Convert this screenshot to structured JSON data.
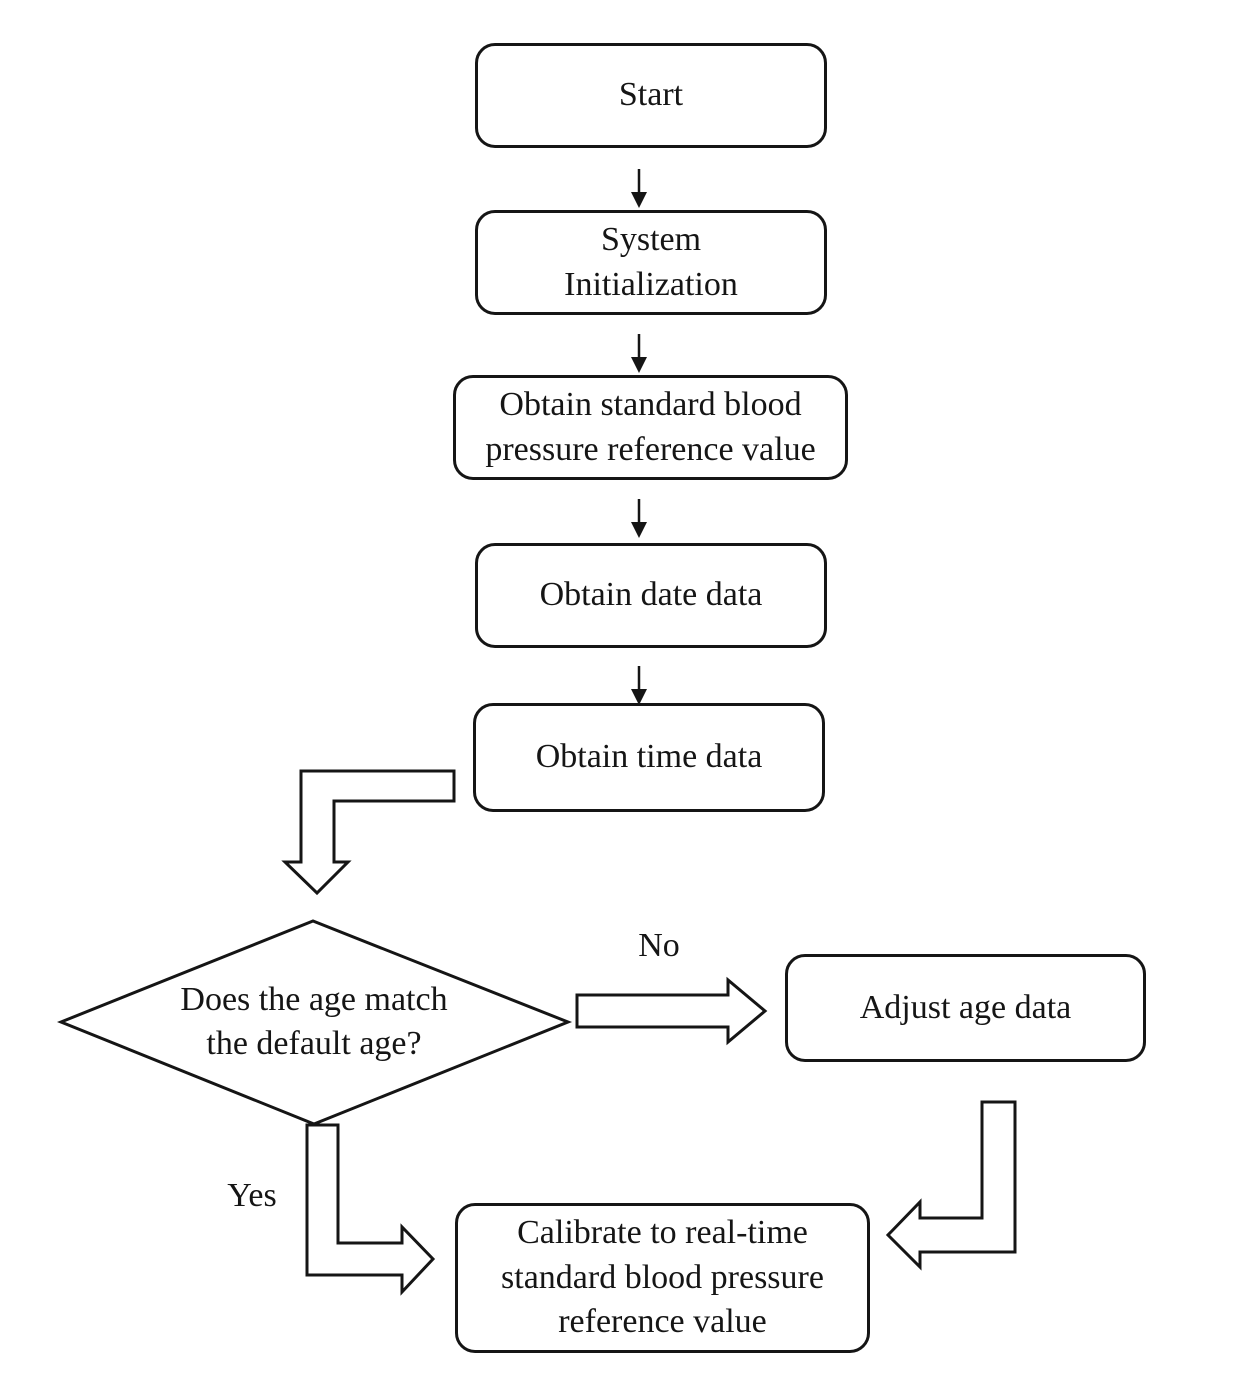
{
  "figure": {
    "background_color": "#ffffff",
    "line_color": "#151515",
    "text_color": "#151515"
  },
  "flowchart": {
    "nodes": [
      {
        "id": "start",
        "shape": "rounded-rect",
        "label": "Start"
      },
      {
        "id": "system-initialization",
        "shape": "rounded-rect",
        "label": "System\nInitialization"
      },
      {
        "id": "obtain-standard-bp-reference",
        "shape": "rounded-rect",
        "label": "Obtain standard blood\npressure reference value"
      },
      {
        "id": "obtain-date-data",
        "shape": "rounded-rect",
        "label": "Obtain date data"
      },
      {
        "id": "obtain-time-data",
        "shape": "rounded-rect",
        "label": "Obtain time data"
      },
      {
        "id": "age-match-decision",
        "shape": "diamond",
        "label": "Does the age match\nthe default age?"
      },
      {
        "id": "adjust-age-data",
        "shape": "rounded-rect",
        "label": "Adjust age data"
      },
      {
        "id": "calibrate-reference",
        "shape": "rounded-rect",
        "label": "Calibrate to real-time\nstandard blood pressure\nreference value"
      }
    ],
    "edge_labels": [
      {
        "id": "no",
        "label": "No"
      },
      {
        "id": "yes",
        "label": "Yes"
      }
    ]
  }
}
